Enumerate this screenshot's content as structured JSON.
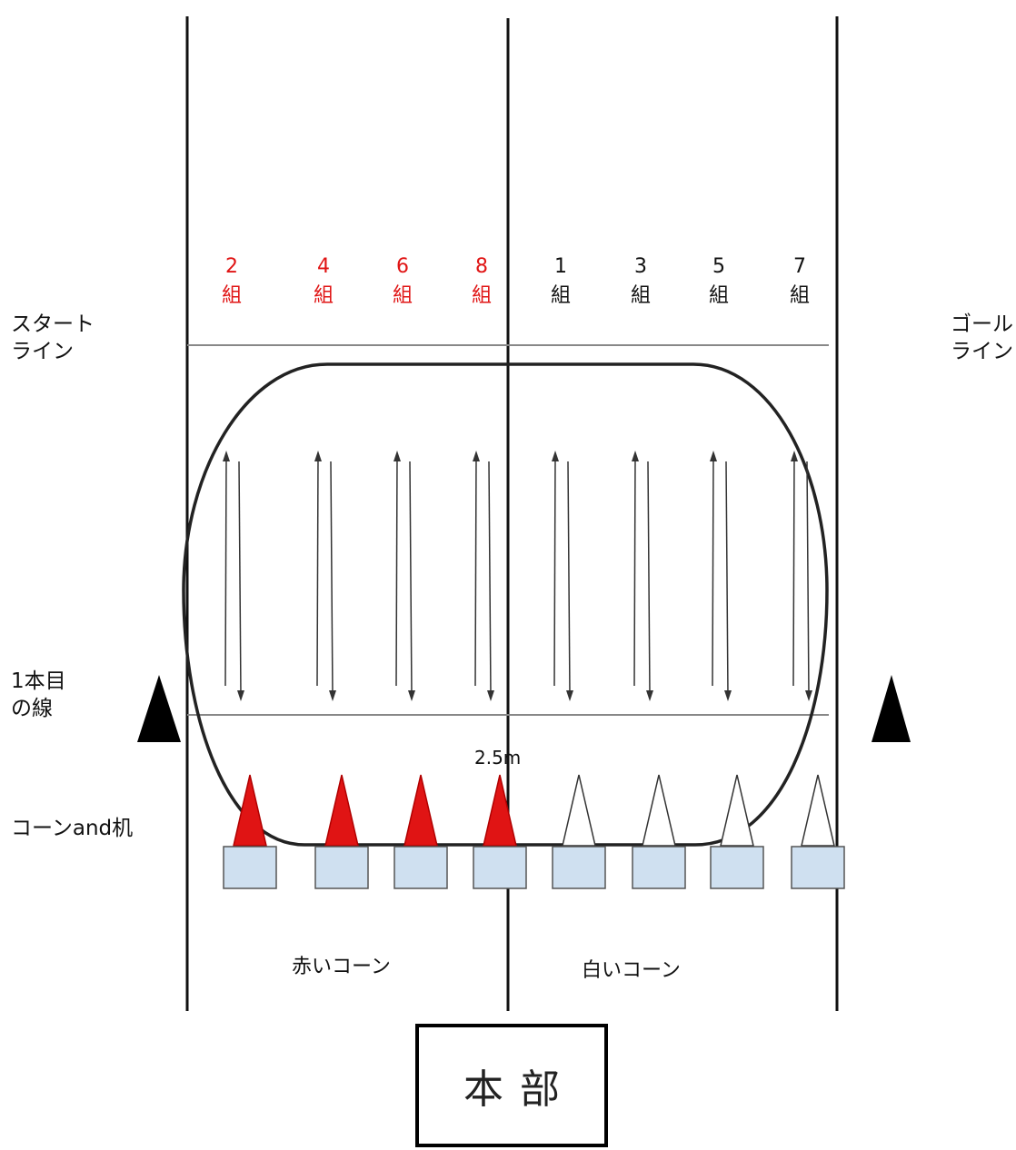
{
  "labels": {
    "start_line": [
      "スタート",
      "ライン"
    ],
    "goal_line": [
      "ゴール",
      "ライン"
    ],
    "first_line": [
      "1本目",
      "の線"
    ],
    "cones_desks": "コーンand机",
    "distance": "2.5m",
    "red_cones": "赤いコーン",
    "white_cones": "白いコーン",
    "headquarters": "本部"
  },
  "groups": [
    {
      "num": "2",
      "suffix": "組",
      "team": "red"
    },
    {
      "num": "4",
      "suffix": "組",
      "team": "red"
    },
    {
      "num": "6",
      "suffix": "組",
      "team": "red"
    },
    {
      "num": "8",
      "suffix": "組",
      "team": "red"
    },
    {
      "num": "1",
      "suffix": "組",
      "team": "white"
    },
    {
      "num": "3",
      "suffix": "組",
      "team": "white"
    },
    {
      "num": "5",
      "suffix": "組",
      "team": "white"
    },
    {
      "num": "7",
      "suffix": "組",
      "team": "white"
    }
  ],
  "colors": {
    "red_cone": "#e01414",
    "white_cone": "#ffffff",
    "desk": "#cfe0f0",
    "line": "#111111",
    "guide_line": "#888888"
  }
}
